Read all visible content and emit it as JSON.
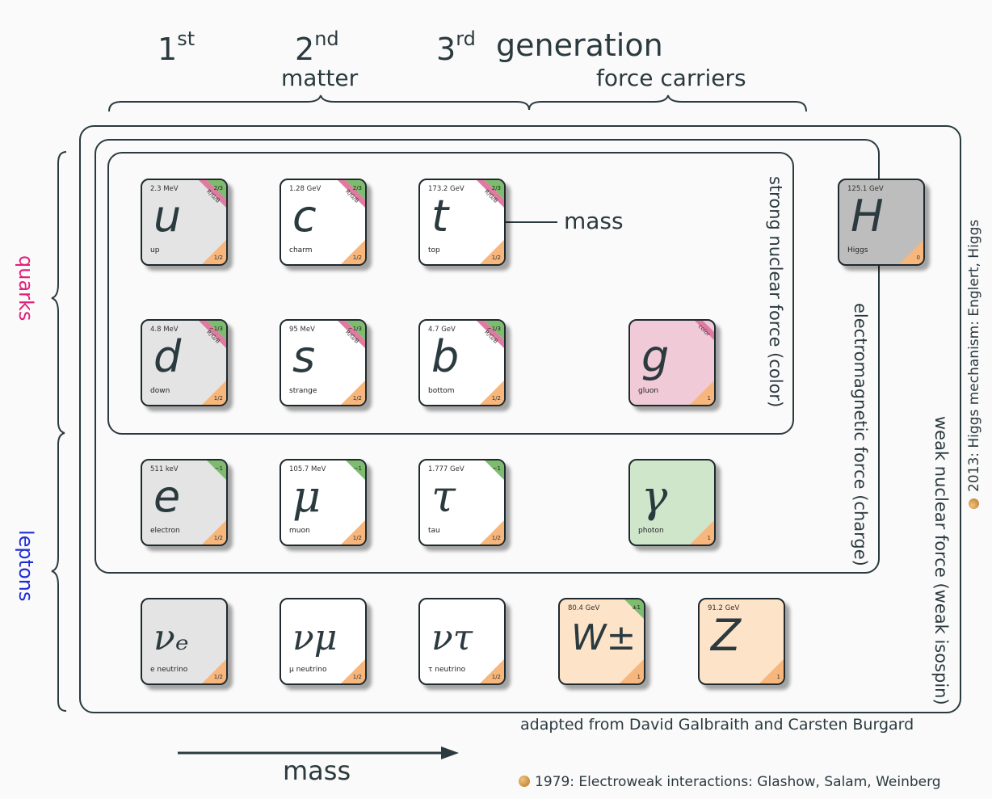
{
  "header": {
    "gen1": "1",
    "gen1_sup": "st",
    "gen2": "2",
    "gen2_sup": "nd",
    "gen3": "3",
    "gen3_sup": "rd",
    "generation": "generation",
    "matter": "matter",
    "force_carriers": "force carriers"
  },
  "side_labels": {
    "quarks": "quarks",
    "leptons": "leptons",
    "strong": "strong nuclear force (color)",
    "electromagnetic": "electromagnetic force (charge)",
    "weak": "weak nuclear force (weak isospin)",
    "higgs_note": "2013: Higgs mechanism: Englert, Higgs"
  },
  "annotation": {
    "mass_pointer": "mass"
  },
  "footer": {
    "credit": "adapted from David Galbraith and Carsten Burgard",
    "mass_axis": "mass",
    "electroweak_note": "1979: Electroweak interactions: Glashow, Salam, Weinberg"
  },
  "colors": {
    "ink": "#2b3a3f",
    "gray_card": "#e4e4e4",
    "white_card": "#ffffff",
    "higgs_card": "#bdbdbd",
    "gluon_card": "#f1cad7",
    "photon_card": "#cfe6cb",
    "boson_card": "#fde3c8",
    "color_band": "#df7ba0",
    "charge_band": "#7dbb6e",
    "spin_band": "#f6b67c",
    "quarks_label": "#e0207a",
    "leptons_label": "#1f2cd6"
  },
  "particles": [
    {
      "id": "up",
      "symbol": "u",
      "mass": "2.3 MeV",
      "name": "up",
      "charge": "2/3",
      "color": "R/G/B",
      "spin": "1/2",
      "bg": "gray"
    },
    {
      "id": "charm",
      "symbol": "c",
      "mass": "1.28 GeV",
      "name": "charm",
      "charge": "2/3",
      "color": "R/G/B",
      "spin": "1/2",
      "bg": "white"
    },
    {
      "id": "top",
      "symbol": "t",
      "mass": "173.2 GeV",
      "name": "top",
      "charge": "2/3",
      "color": "R/G/B",
      "spin": "1/2",
      "bg": "white"
    },
    {
      "id": "higgs",
      "symbol": "H",
      "mass": "125.1 GeV",
      "name": "Higgs",
      "charge": "",
      "color": "",
      "spin": "0",
      "bg": "higgs"
    },
    {
      "id": "down",
      "symbol": "d",
      "mass": "4.8 MeV",
      "name": "down",
      "charge": "−1/3",
      "color": "R/G/B",
      "spin": "1/2",
      "bg": "gray"
    },
    {
      "id": "strange",
      "symbol": "s",
      "mass": "95 MeV",
      "name": "strange",
      "charge": "−1/3",
      "color": "R/G/B",
      "spin": "1/2",
      "bg": "white"
    },
    {
      "id": "bottom",
      "symbol": "b",
      "mass": "4.7 GeV",
      "name": "bottom",
      "charge": "−1/3",
      "color": "R/G/B",
      "spin": "1/2",
      "bg": "white"
    },
    {
      "id": "gluon",
      "symbol": "g",
      "mass": "",
      "name": "gluon",
      "charge": "",
      "color": "color",
      "spin": "1",
      "bg": "gluon"
    },
    {
      "id": "electron",
      "symbol": "e",
      "mass": "511 keV",
      "name": "electron",
      "charge": "−1",
      "color": "",
      "spin": "1/2",
      "bg": "gray"
    },
    {
      "id": "muon",
      "symbol": "μ",
      "mass": "105.7 MeV",
      "name": "muon",
      "charge": "−1",
      "color": "",
      "spin": "1/2",
      "bg": "white"
    },
    {
      "id": "tau",
      "symbol": "τ",
      "mass": "1.777 GeV",
      "name": "tau",
      "charge": "−1",
      "color": "",
      "spin": "1/2",
      "bg": "white"
    },
    {
      "id": "photon",
      "symbol": "γ",
      "mass": "",
      "name": "photon",
      "charge": "",
      "color": "",
      "spin": "1",
      "bg": "photon"
    },
    {
      "id": "e-neutrino",
      "symbol": "νₑ",
      "mass": "",
      "name": "e neutrino",
      "charge": "",
      "color": "",
      "spin": "1/2",
      "bg": "gray"
    },
    {
      "id": "mu-neutrino",
      "symbol": "νμ",
      "mass": "",
      "name": "μ neutrino",
      "charge": "",
      "color": "",
      "spin": "1/2",
      "bg": "white"
    },
    {
      "id": "tau-neutrino",
      "symbol": "ντ",
      "mass": "",
      "name": "τ neutrino",
      "charge": "",
      "color": "",
      "spin": "1/2",
      "bg": "white"
    },
    {
      "id": "w-boson",
      "symbol": "W±",
      "mass": "80.4 GeV",
      "name": "",
      "charge": "±1",
      "color": "",
      "spin": "1",
      "bg": "boson"
    },
    {
      "id": "z-boson",
      "symbol": "Z",
      "mass": "91.2 GeV",
      "name": "",
      "charge": "",
      "color": "",
      "spin": "1",
      "bg": "boson"
    }
  ]
}
